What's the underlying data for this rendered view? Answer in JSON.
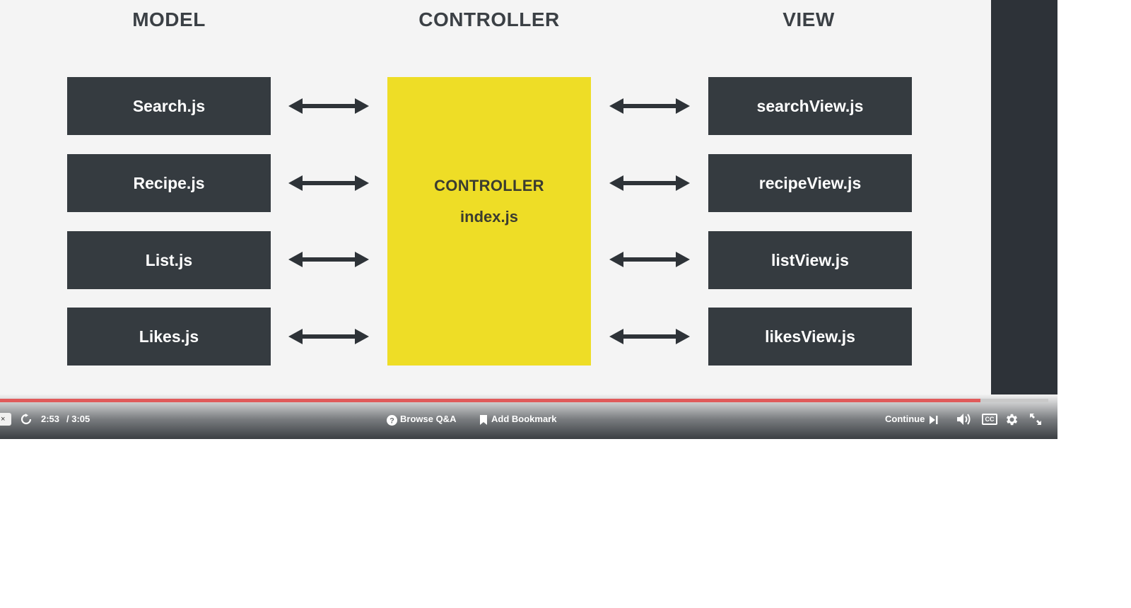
{
  "diagram": {
    "headings": {
      "model": "MODEL",
      "controller": "CONTROLLER",
      "view": "VIEW"
    },
    "model_files": [
      "Search.js",
      "Recipe.js",
      "List.js",
      "Likes.js"
    ],
    "view_files": [
      "searchView.js",
      "recipeView.js",
      "listView.js",
      "likesView.js"
    ],
    "controller_box": {
      "title": "CONTROLLER",
      "file": "index.js"
    }
  },
  "player": {
    "progress_fraction": 0.935,
    "current_time": "2:53",
    "duration": "/ 3:05",
    "close_icon": "×",
    "browse_qa_label": "Browse Q&A",
    "add_bookmark_label": "Add Bookmark",
    "continue_label": "Continue",
    "cc_label": "CC",
    "icons": [
      "close-icon",
      "replay-icon",
      "question-icon",
      "bookmark-icon",
      "skip-next-icon",
      "volume-icon",
      "cc-icon",
      "gear-icon",
      "fullscreen-icon"
    ]
  },
  "colors": {
    "slide_bg": "#f4f4f4",
    "box_dark": "#353b40",
    "controller_yellow": "#eedd26",
    "progress_red": "#e05a5a",
    "sidebar_dark": "#2d3238"
  }
}
